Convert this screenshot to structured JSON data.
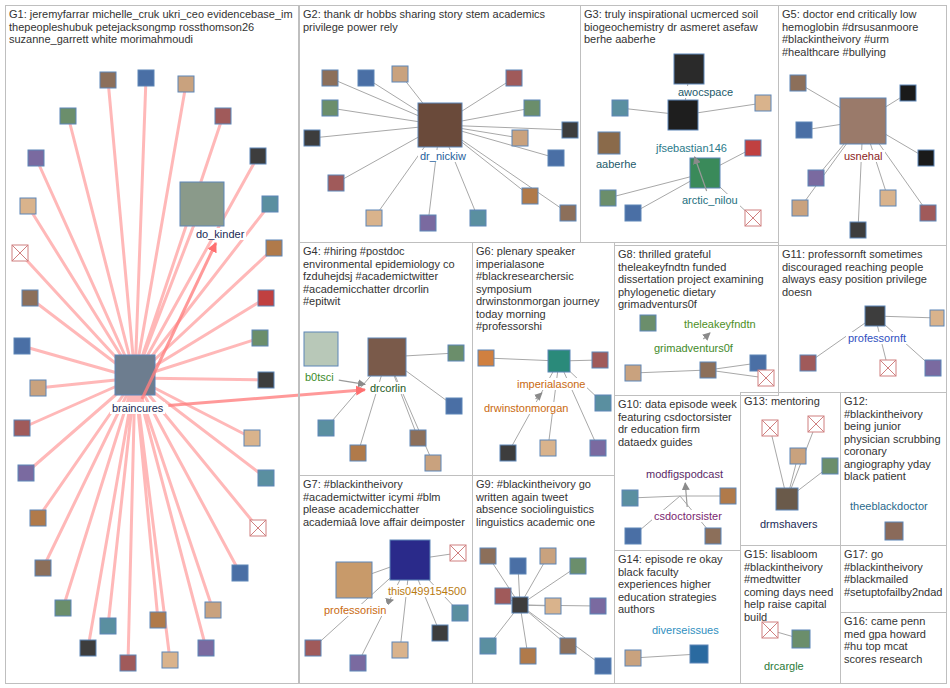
{
  "diagram": {
    "nodes": [
      {
        "text": [
          "G1: jeremyfarrar michelle_cruk ukri_ceo evidencebase_im thepeopleshubuk petejacksongmp rossthomson26 suzanne_garrett white morimahmoudi"
        ]
      },
      {
        "text": [
          "braincures"
        ],
        "in": 0
      },
      {
        "text": [
          "do_kinder"
        ],
        "in": 0
      },
      {
        "text": [
          "G2: thank dr hobbs sharing story stem academics privilege power rely"
        ]
      },
      {
        "text": [
          "dr_nickiw"
        ],
        "in": 3
      },
      {
        "text": [
          "G3: truly inspirational ucmerced soil biogeochemistry dr asmeret asefaw berhe aaberhe"
        ]
      },
      {
        "text": [
          "awocspace"
        ],
        "in": 5
      },
      {
        "text": [
          "jfsebastian146"
        ],
        "in": 5
      },
      {
        "text": [
          "aaberhe"
        ],
        "in": 5
      },
      {
        "text": [
          "arctic_nilou"
        ],
        "in": 5
      },
      {
        "text": [
          "G5: doctor end critically low hemoglobin #drsusanmoore #blackintheivory #urm #healthcare #bullying"
        ]
      },
      {
        "text": [
          "usnehal"
        ],
        "in": 10
      },
      {
        "text": [
          "G4: #hiring #postdoc environmental epidemiology co fzduhejdsj #academictwitter #academicchatter drcorlin #epitwit"
        ]
      },
      {
        "text": [
          "b0tsci"
        ],
        "in": 12
      },
      {
        "text": [
          "drcorlin"
        ],
        "in": 12
      },
      {
        "text": [
          "G6: plenary speaker imperialasone #blackresearchersic symposium drwinstonmorgan journey today morning #professorshi"
        ]
      },
      {
        "text": [
          "imperialasone"
        ],
        "in": 15
      },
      {
        "text": [
          "drwinstonmorgan"
        ],
        "in": 15
      },
      {
        "text": [
          "G8: thrilled grateful theleakeyfndtn funded dissertation project examining phylogenetic dietary grimadventurs0f"
        ]
      },
      {
        "text": [
          "theleakeyfndtn"
        ],
        "in": 18
      },
      {
        "text": [
          "grimadventurs0f"
        ],
        "in": 18
      },
      {
        "text": [
          "G11: professornft sometimes discouraged reaching people always easy position privilege doesn"
        ]
      },
      {
        "text": [
          "professornft"
        ],
        "in": 21
      },
      {
        "text": [
          "G10: data episode week featuring csdoctorsister dr education firm dataedx guides"
        ]
      },
      {
        "text": [
          "modfigspodcast"
        ],
        "in": 23
      },
      {
        "text": [
          "csdoctorsister"
        ],
        "in": 23
      },
      {
        "text": [
          "G13: mentoring"
        ]
      },
      {
        "text": [
          "drmshavers"
        ],
        "in": 26
      },
      {
        "text": [
          "G12: #blackintheivory being junior physician scrubbing coronary angiography yday black patient"
        ]
      },
      {
        "text": [
          "theeblackdoctor"
        ],
        "in": 28
      },
      {
        "text": [
          "G7: #blackintheivory #academictwitter icymi #blm please academicchatter academiaâ love affair deimposter"
        ]
      },
      {
        "text": [
          "this0499154500"
        ],
        "in": 30
      },
      {
        "text": [
          "professorisin"
        ],
        "in": 30
      },
      {
        "text": [
          "G9: #blackintheivory go written again tweet absence sociolinguistics linguistics academic one"
        ]
      },
      {
        "text": [
          "G14: episode re okay black faculty experiences higher education strategies authors"
        ]
      },
      {
        "text": [
          "diverseissues"
        ],
        "in": 34
      },
      {
        "text": [
          "G15: lisabloom #blackintheivory #medtwitter coming days need help raise capital build"
        ]
      },
      {
        "text": [
          "drcargle"
        ],
        "in": 36
      },
      {
        "text": [
          "G17: go #blackintheivory #blackmailed #setuptofailby2ndad"
        ]
      },
      {
        "text": [
          "G16: came penn med gpa howard #hu top mcat scores research"
        ]
      }
    ],
    "edges": [
      {
        "from": 1,
        "to": 2,
        "arrow": "to"
      },
      {
        "from": 1,
        "to": 14,
        "arrow": "to"
      },
      {
        "from": 13,
        "to": 14,
        "arrow": "to"
      },
      {
        "from": 17,
        "to": 16,
        "arrow": "to"
      },
      {
        "from": 20,
        "to": 19,
        "arrow": "to"
      },
      {
        "from": 9,
        "to": 7,
        "arrow": "to"
      },
      {
        "from": 32,
        "to": 31,
        "arrow": "to"
      },
      {
        "from": 25,
        "to": 24,
        "arrow": "to"
      }
    ]
  }
}
